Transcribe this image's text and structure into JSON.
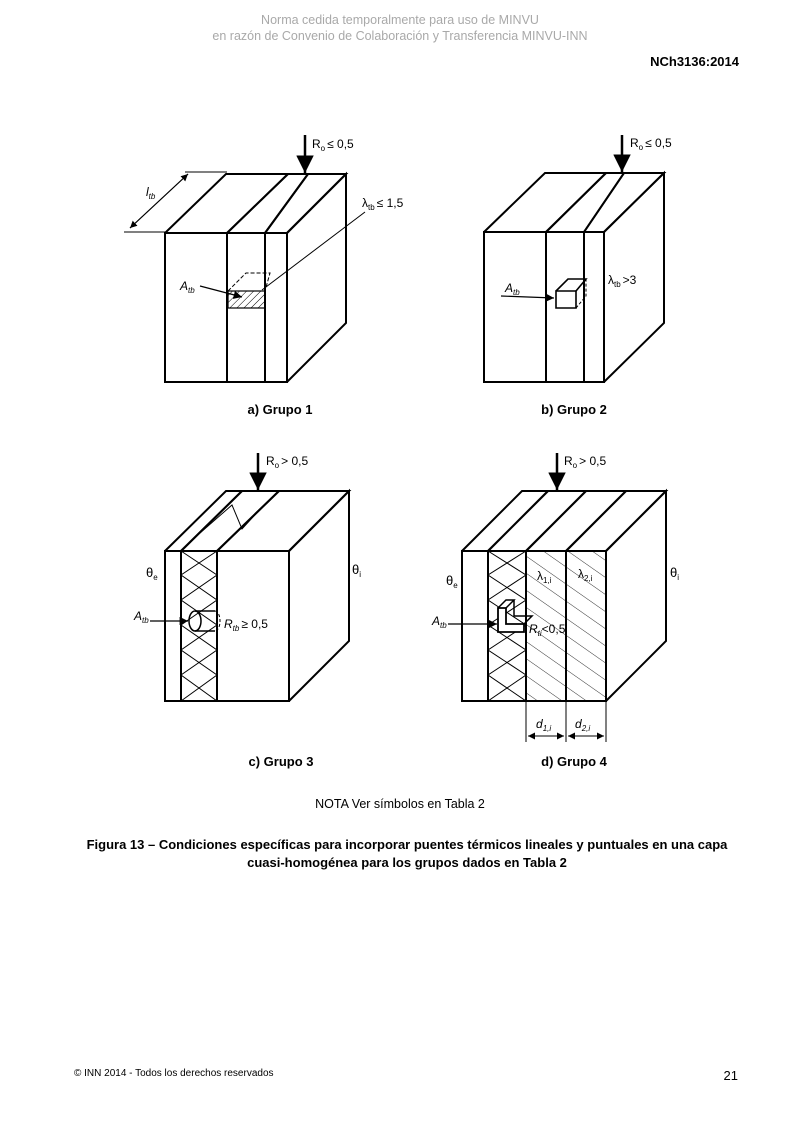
{
  "header": {
    "watermark_line1": "Norma cedida temporalmente para uso de MINVU",
    "watermark_line2": "en razón de Convenio de Colaboración y Transferencia MINVU-INN",
    "standard_code": "NCh3136:2014"
  },
  "figure": {
    "panels": [
      {
        "label": "a) Grupo 1",
        "resistance": "R",
        "resistance_sub": "o",
        "resistance_cond": "≤ 0,5",
        "length_symbol": "l",
        "length_sub": "tb",
        "lambda_symbol": "λ",
        "lambda_sub": "tb",
        "lambda_cond": "≤ 1,5",
        "area_symbol": "A",
        "area_sub": "tb"
      },
      {
        "label": "b) Grupo 2",
        "resistance": "R",
        "resistance_sub": "o",
        "resistance_cond": "≤ 0,5",
        "lambda_symbol": "λ",
        "lambda_sub": "tb",
        "lambda_cond": ">3",
        "area_symbol": "A",
        "area_sub": "tb"
      },
      {
        "label": "c) Grupo 3",
        "resistance": "R",
        "resistance_sub": "o",
        "resistance_cond": "> 0,5",
        "theta_e": "θ",
        "theta_e_sub": "e",
        "theta_i": "θ",
        "theta_i_sub": "i",
        "area_symbol": "A",
        "area_sub": "tb",
        "rtb_symbol": "R",
        "rtb_sub": "tb",
        "rtb_cond": "≥ 0,5"
      },
      {
        "label": "d) Grupo 4",
        "resistance": "R",
        "resistance_sub": "o",
        "resistance_cond": "> 0,5",
        "theta_e": "θ",
        "theta_e_sub": "e",
        "theta_i": "θ",
        "theta_i_sub": "i",
        "area_symbol": "A",
        "area_sub": "tb",
        "lambda1": "λ",
        "lambda1_sub": "1,i",
        "lambda2": "λ",
        "lambda2_sub": "2,i",
        "rt_symbol": "R",
        "rt_sub": "ti",
        "rt_cond": "<0,5",
        "d1": "d",
        "d1_sub": "1,i",
        "d2": "d",
        "d2_sub": "2,i"
      }
    ],
    "note": "NOTA  Ver símbolos en Tabla 2",
    "caption": "Figura 13 – Condiciones específicas para incorporar puentes térmicos lineales y puntuales en una capa cuasi-homogénea para los grupos dados en Tabla 2"
  },
  "footer": {
    "copyright": "© INN 2014 - Todos los derechos reservados",
    "page_number": "21"
  }
}
